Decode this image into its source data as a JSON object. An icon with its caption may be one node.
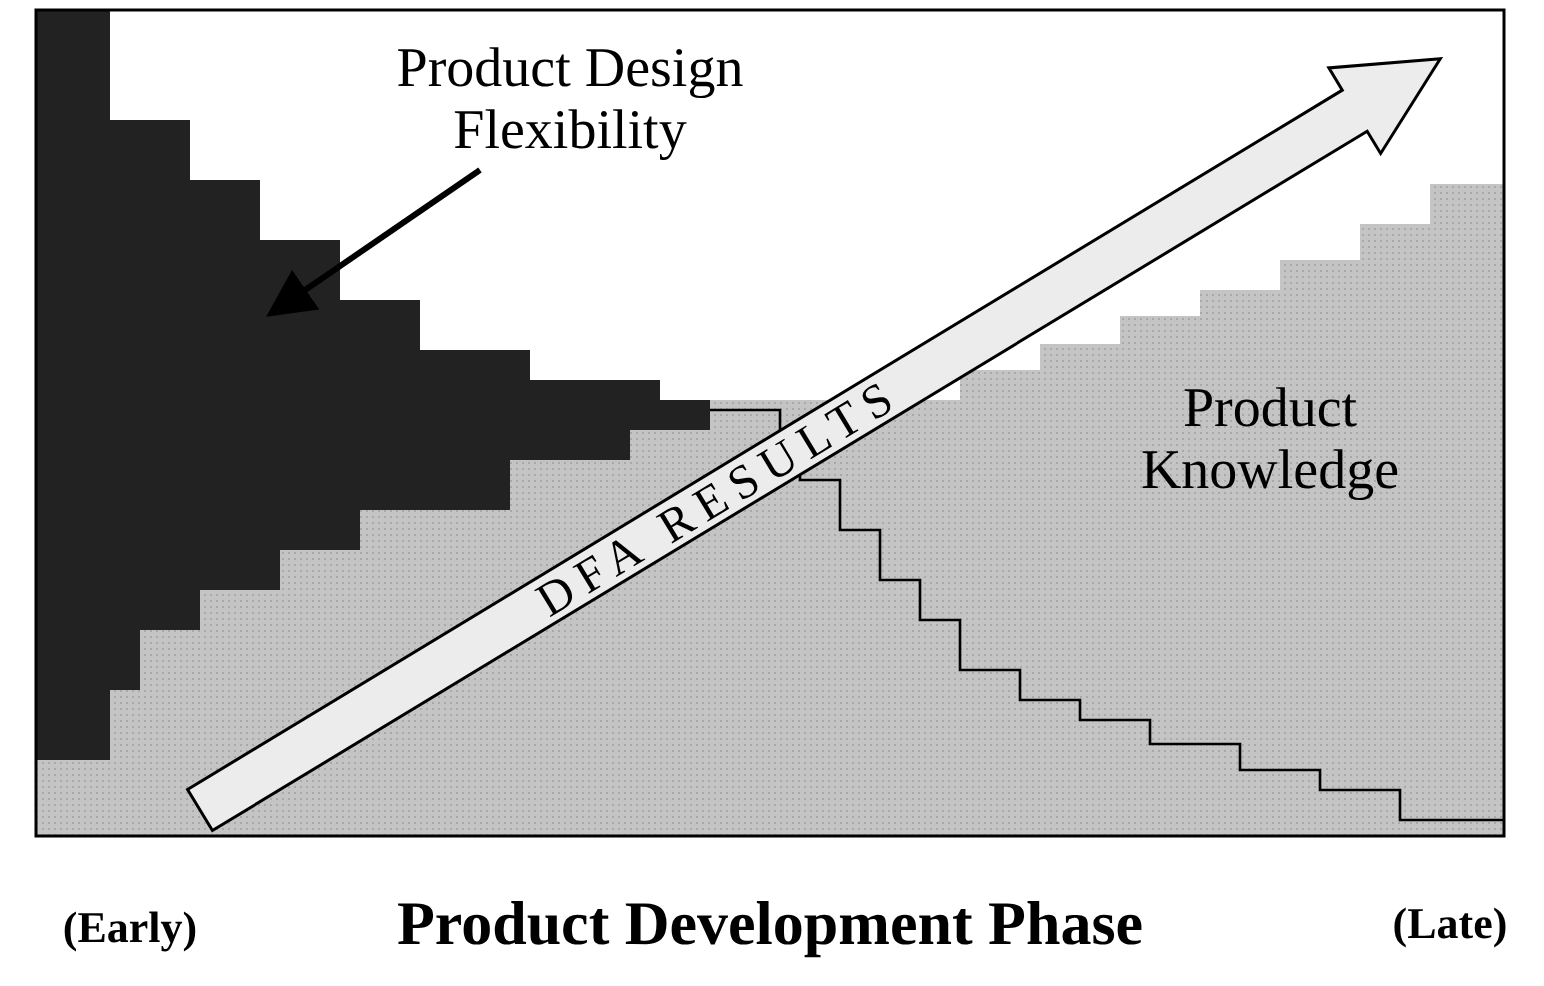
{
  "diagram": {
    "nodes": [
      {
        "text": [
          "Product Design Flexibility"
        ]
      },
      {
        "text": [],
        "shape": "box"
      }
    ],
    "edges": [
      {
        "from": 0,
        "to": 1,
        "arrow": "to"
      }
    ],
    "labels": [
      "Product Knowledge",
      "DFA RESULTS",
      "(Early)",
      "Product Development Phase",
      "(Late)"
    ]
  }
}
